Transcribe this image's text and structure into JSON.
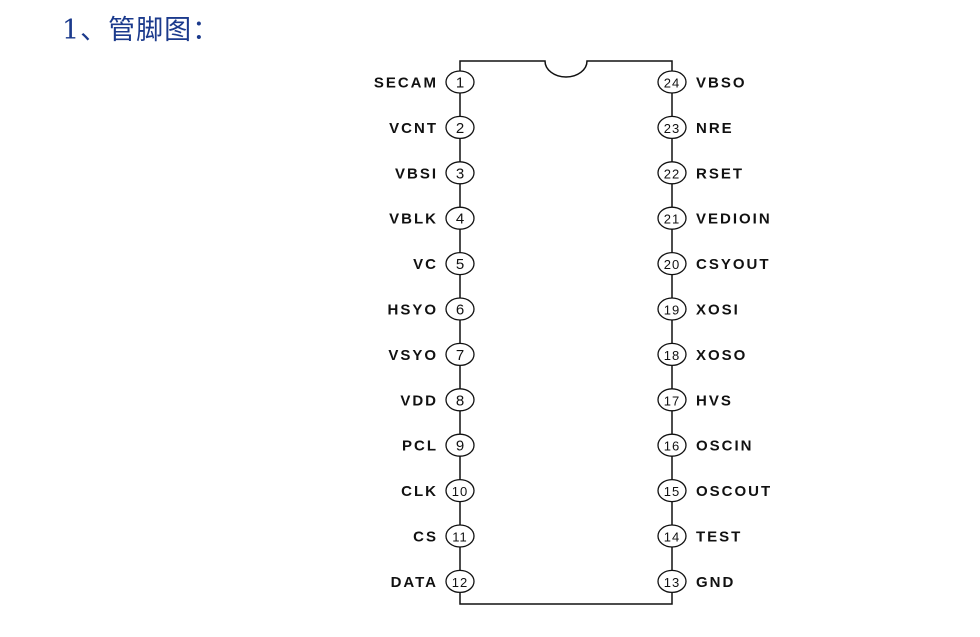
{
  "heading": "1、管脚图：",
  "chip": {
    "left_pins": [
      {
        "number": "1",
        "label": "SECAM"
      },
      {
        "number": "2",
        "label": "VCNT"
      },
      {
        "number": "3",
        "label": "VBSI"
      },
      {
        "number": "4",
        "label": "VBLK"
      },
      {
        "number": "5",
        "label": "VC"
      },
      {
        "number": "6",
        "label": "HSYO"
      },
      {
        "number": "7",
        "label": "VSYO"
      },
      {
        "number": "8",
        "label": "VDD"
      },
      {
        "number": "9",
        "label": "PCL"
      },
      {
        "number": "10",
        "label": "CLK"
      },
      {
        "number": "11",
        "label": "CS"
      },
      {
        "number": "12",
        "label": "DATA"
      }
    ],
    "right_pins": [
      {
        "number": "24",
        "label": "VBSO"
      },
      {
        "number": "23",
        "label": "NRE"
      },
      {
        "number": "22",
        "label": "RSET"
      },
      {
        "number": "21",
        "label": "VEDIOIN"
      },
      {
        "number": "20",
        "label": "CSYOUT"
      },
      {
        "number": "19",
        "label": "XOSI"
      },
      {
        "number": "18",
        "label": "XOSO"
      },
      {
        "number": "17",
        "label": "HVS"
      },
      {
        "number": "16",
        "label": "OSCIN"
      },
      {
        "number": "15",
        "label": "OSCOUT"
      },
      {
        "number": "14",
        "label": "TEST"
      },
      {
        "number": "13",
        "label": "GND"
      }
    ]
  }
}
